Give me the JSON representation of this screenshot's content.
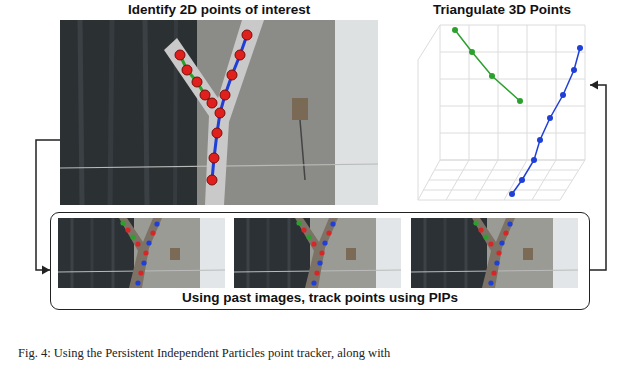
{
  "diagram": {
    "caption": "Fig. 4: Using the Persistent Independent Particles point tracker, along with",
    "nodes": [
      {
        "text": [
          "Identify 2D points of interest"
        ]
      },
      {
        "text": [
          "Triangulate 3D Points"
        ]
      },
      {
        "text": [
          "Using past images, track points using PIPs"
        ]
      }
    ],
    "edges": [
      {
        "from": 0,
        "to": 2,
        "arrow": "to"
      },
      {
        "from": 2,
        "to": 1,
        "arrow": "to"
      }
    ]
  }
}
